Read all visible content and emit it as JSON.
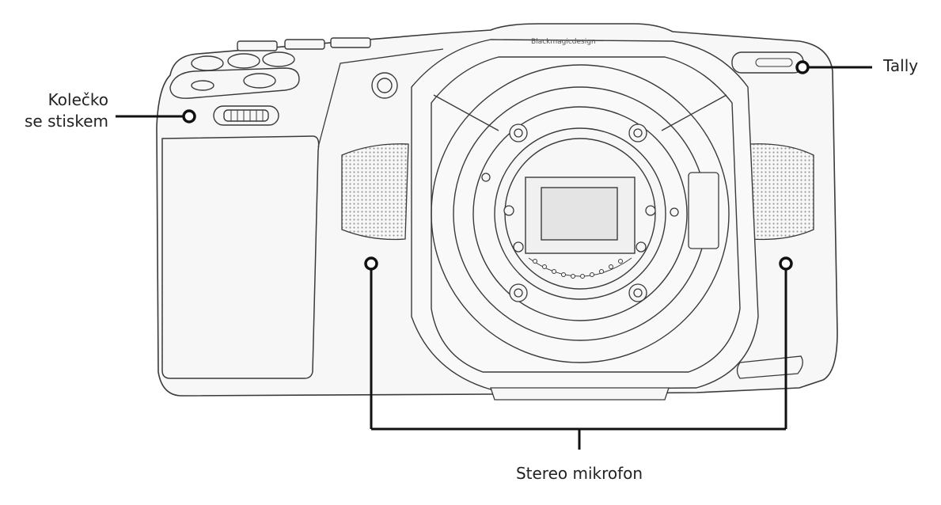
{
  "callouts": {
    "wheel": {
      "line1": "Kolečko",
      "line2": "se stiskem"
    },
    "tally": "Tally",
    "stereo_mic": "Stereo mikrofon"
  },
  "camera": {
    "brand": "Blackmagicdesign"
  },
  "colors": {
    "body_fill": "#f7f7f7",
    "outline": "#3a3a3a",
    "callout": "#111111",
    "grille": "#bdbdbd"
  }
}
